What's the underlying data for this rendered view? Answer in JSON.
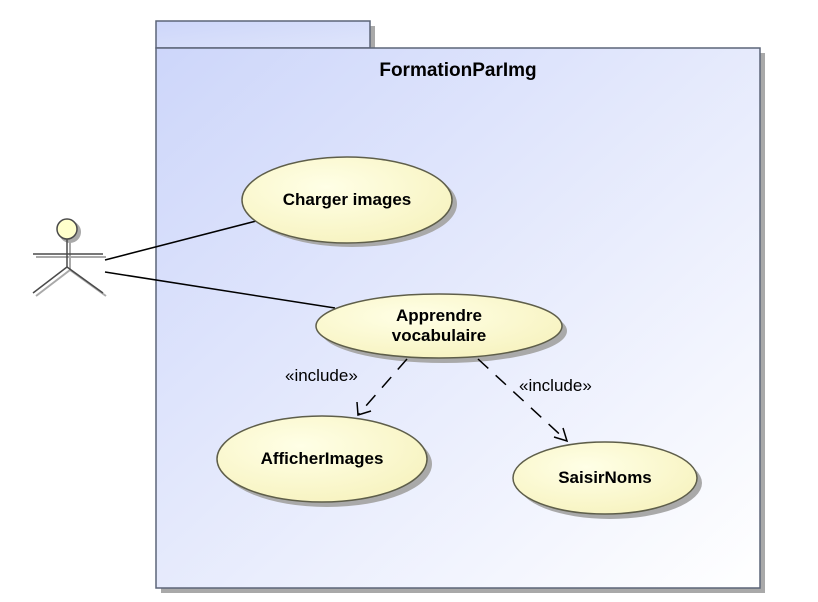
{
  "package": {
    "name": "FormationParImg"
  },
  "use_cases": {
    "charger_images": "Charger images",
    "apprendre_line1": "Apprendre",
    "apprendre_line2": "vocabulaire",
    "afficher_images": "AfficherImages",
    "saisir_noms": "SaisirNoms"
  },
  "relations": {
    "include_left": "«include»",
    "include_right": "«include»"
  },
  "colors": {
    "package_fill_start": "#cdd6fa",
    "package_fill_end": "#ffffff",
    "package_border": "#5c6578",
    "usecase_fill": "#ffffcc",
    "usecase_border": "#5e5e4a",
    "shadow": "#a8a8a8",
    "actor_head": "#ffffcc"
  }
}
